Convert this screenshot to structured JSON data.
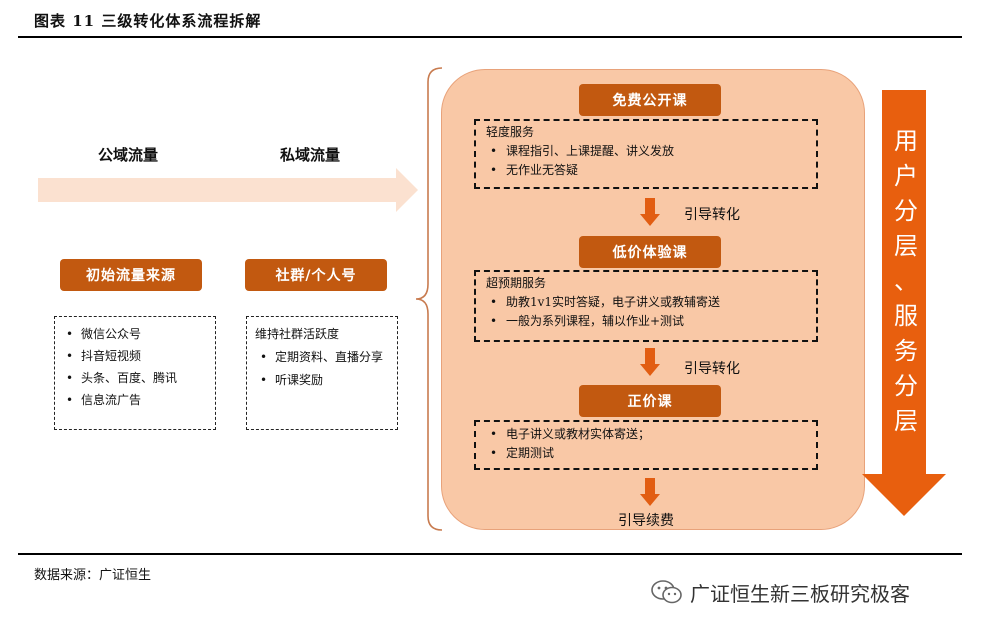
{
  "figure_title": "图表 11 三级转化体系流程拆解",
  "source": "数据来源：广证恒生",
  "watermark": "广证恒生新三板研究极客",
  "flow": {
    "public_label": "公域流量",
    "private_label": "私域流量"
  },
  "left_boxes": [
    {
      "title": "初始流量来源",
      "items": [
        "微信公众号",
        "抖音短视频",
        "头条、百度、腾讯",
        "信息流广告"
      ]
    },
    {
      "title": "社群/个人号",
      "header": "维持社群活跃度",
      "items": [
        "定期资料、直播分享",
        "听课奖励"
      ]
    }
  ],
  "tiers": [
    {
      "title": "免费公开课",
      "header": "轻度服务",
      "items": [
        "课程指引、上课提醒、讲义发放",
        "无作业无答疑"
      ]
    },
    {
      "title": "低价体验课",
      "header": "超预期服务",
      "items": [
        "助教1v1实时答疑，电子讲义或教辅寄送",
        "一般为系列课程，辅以作业+测试"
      ]
    },
    {
      "title": "正价课",
      "header": "",
      "items": [
        "电子讲义或教材实体寄送；",
        "定期测试"
      ]
    }
  ],
  "arrows": {
    "guide_1": "引导转化",
    "guide_2": "引导转化",
    "guide_3": "引导续费"
  },
  "side_arrow": {
    "lines": [
      "用",
      "户",
      "分",
      "层",
      "、",
      "服",
      "务",
      "分",
      "层"
    ]
  },
  "colors": {
    "pill": "#c25910",
    "panel": "#f9c8a6",
    "arrow_main": "#e85f0e",
    "flow_arrow": "#fbe1d0",
    "small_arrow": "#e25d12"
  },
  "bullet_symbol": "•"
}
